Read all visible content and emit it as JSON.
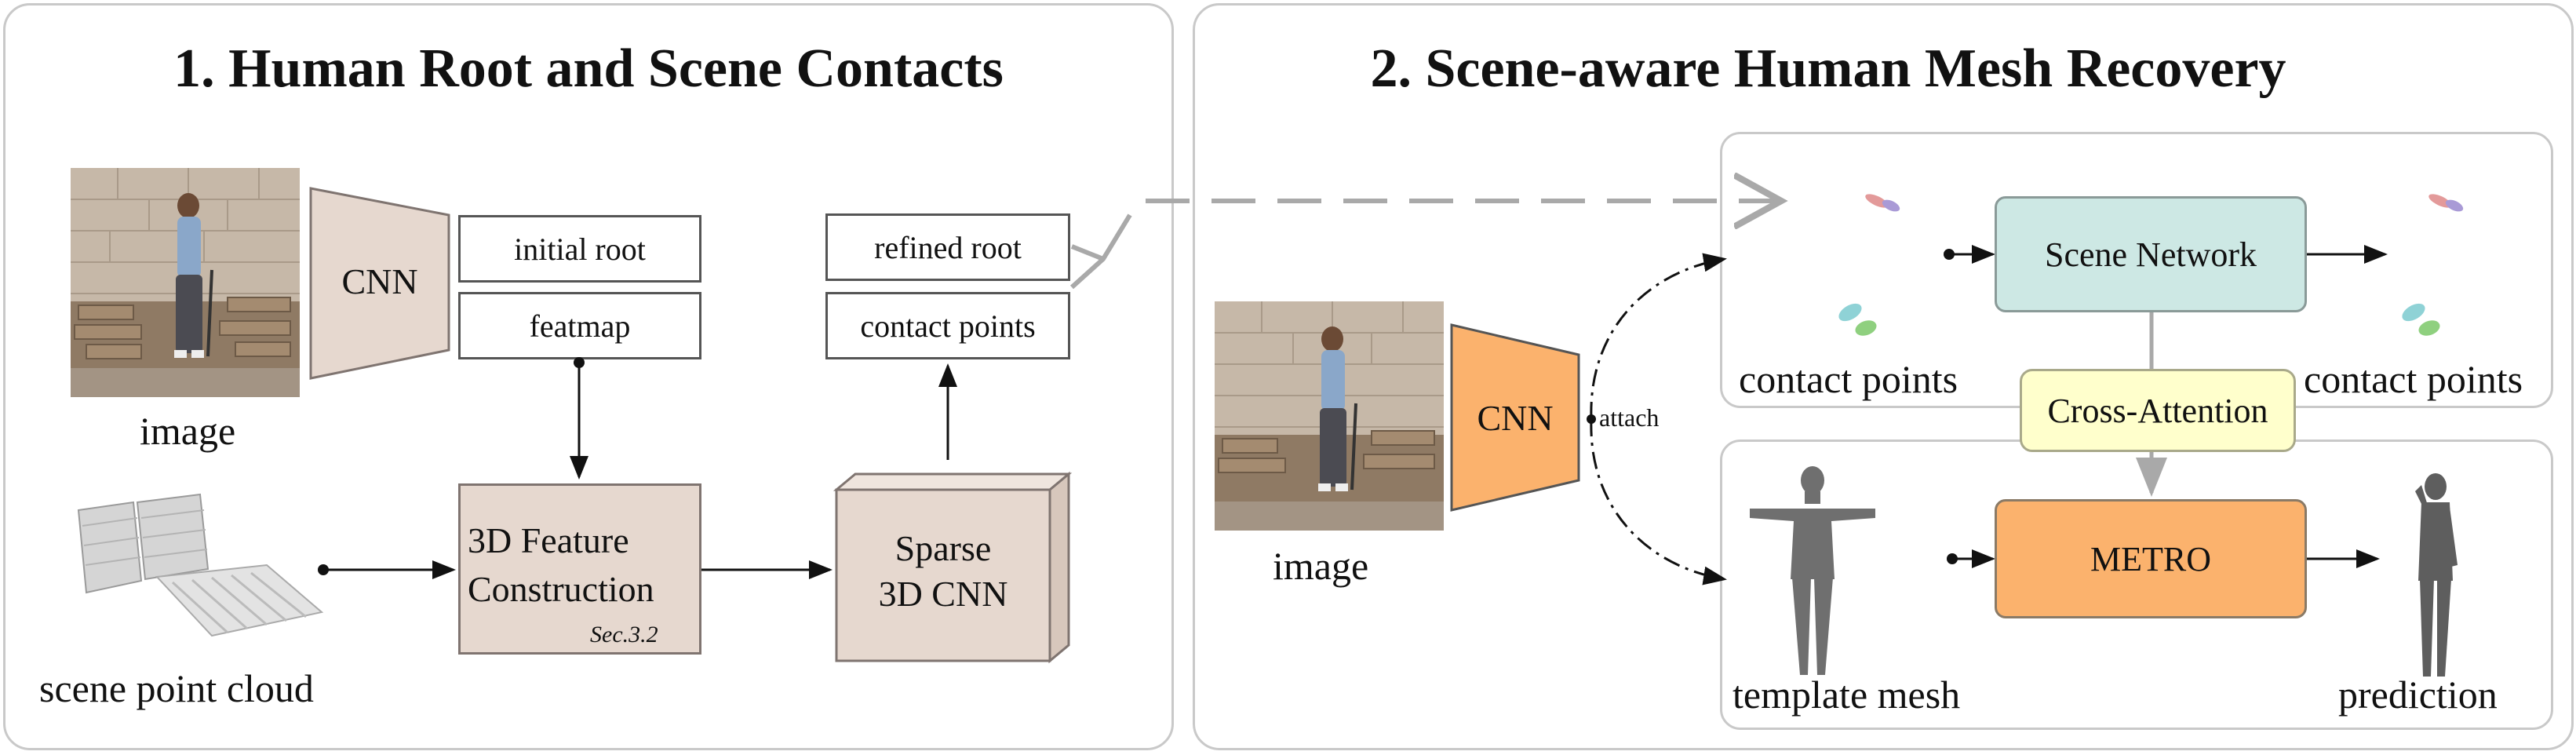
{
  "panel1": {
    "title": "1. Human Root and Scene Contacts",
    "cnn_label": "CNN",
    "initial_root": "initial root",
    "featmap": "featmap",
    "refined_root": "refined root",
    "contact_points": "contact points",
    "feature_box_line1": "3D Feature",
    "feature_box_line2": "Construction",
    "feature_box_ref": "Sec.3.2",
    "sparse_line1": "Sparse",
    "sparse_line2": "3D CNN",
    "image_caption": "image",
    "cloud_caption": "scene point cloud"
  },
  "panel2": {
    "title": "2. Scene-aware Human Mesh Recovery",
    "cnn_label": "CNN",
    "attach_label": "attach",
    "image_caption": "image",
    "scene_network": "Scene Network",
    "cross_attention": "Cross-Attention",
    "metro": "METRO",
    "contact_points_left": "contact points",
    "contact_points_right": "contact points",
    "template_mesh": "template mesh",
    "prediction": "prediction"
  },
  "colors": {
    "tan_box": "#e6d8cf",
    "teal_box": "#cde8e4",
    "yellow_box": "#ffffcc",
    "orange_box": "#fbb26d",
    "panel_border": "#c9c9c9"
  }
}
